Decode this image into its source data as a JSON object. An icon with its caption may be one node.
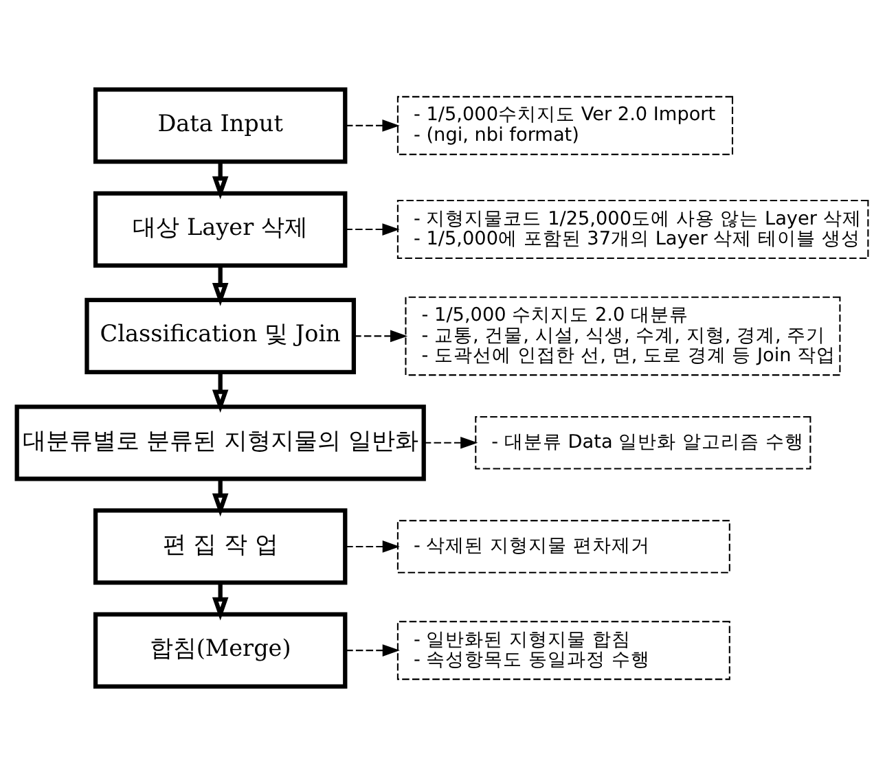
{
  "diagram": {
    "nodes": [
      {
        "text": [
          "Data Input"
        ]
      },
      {
        "text": [
          "- 1/5,000수치지도 Ver 2.0 Import",
          "- (ngi, nbi format)"
        ]
      },
      {
        "text": [
          "대상 Layer 삭제"
        ]
      },
      {
        "text": [
          "- 지형지물코드 1/25,000도에 사용 않는 Layer 삭제",
          "- 1/5,000에 포함된 37개의 Layer 삭제 테이블 생성"
        ]
      },
      {
        "text": [
          "Classification 및 Join"
        ]
      },
      {
        "text": [
          "- 1/5,000 수치지도 2.0 대분류",
          "- 교통, 건물, 시설, 식생, 수계, 지형, 경계, 주기",
          "- 도곽선에 인접한 선, 면, 도로 경계 등 Join 작업"
        ]
      },
      {
        "text": [
          "대분류별로 분류된 지형지물의 일반화"
        ]
      },
      {
        "text": [
          "- 대분류 Data 일반화 알고리즘 수행"
        ]
      },
      {
        "text": [
          "편 집 작 업"
        ]
      },
      {
        "text": [
          "- 삭제된 지형지물 편차제거"
        ]
      },
      {
        "text": [
          "합침(Merge)"
        ]
      },
      {
        "text": [
          "- 일반화된 지형지물 합침",
          "- 속성항목도 동일과정 수행"
        ]
      }
    ],
    "edges": [
      {
        "from": 0,
        "to": 1,
        "arrow": "to",
        "style": "dashed"
      },
      {
        "from": 2,
        "to": 3,
        "arrow": "to",
        "style": "dashed"
      },
      {
        "from": 4,
        "to": 5,
        "arrow": "to",
        "style": "dashed"
      },
      {
        "from": 6,
        "to": 7,
        "arrow": "to",
        "style": "dashed"
      },
      {
        "from": 8,
        "to": 9,
        "arrow": "to",
        "style": "dashed"
      },
      {
        "from": 10,
        "to": 11,
        "arrow": "to",
        "style": "dashed"
      },
      {
        "from": 0,
        "to": 2,
        "arrow": "to",
        "style": "thick"
      },
      {
        "from": 2,
        "to": 4,
        "arrow": "to",
        "style": "thick"
      },
      {
        "from": 4,
        "to": 6,
        "arrow": "to",
        "style": "thick"
      },
      {
        "from": 6,
        "to": 8,
        "arrow": "to",
        "style": "thick"
      },
      {
        "from": 8,
        "to": 10,
        "arrow": "to",
        "style": "thick"
      }
    ]
  }
}
